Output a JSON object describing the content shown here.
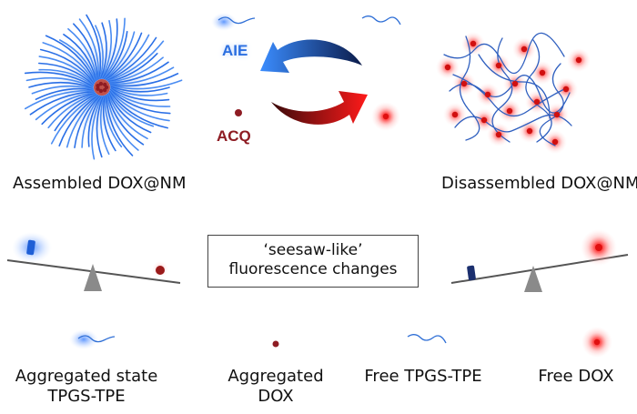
{
  "labels": {
    "aie": "AIE",
    "acq": "ACQ",
    "assembled": "Assembled DOX@NM",
    "disassembled": "Disassembled DOX@NM",
    "seesaw_line1": "‘seesaw-like’",
    "seesaw_line2": "fluorescence changes"
  },
  "legend": [
    {
      "line1": "Aggregated state",
      "line2": "TPGS-TPE"
    },
    {
      "line1": "Aggregated",
      "line2": "DOX"
    },
    {
      "line1": "Free TPGS-TPE",
      "line2": ""
    },
    {
      "line1": "Free DOX",
      "line2": ""
    }
  ],
  "colors": {
    "blue": "#2b6fe0",
    "red": "#e8141c",
    "dark_red": "#8e1c23",
    "gray": "#8a8a8a"
  }
}
